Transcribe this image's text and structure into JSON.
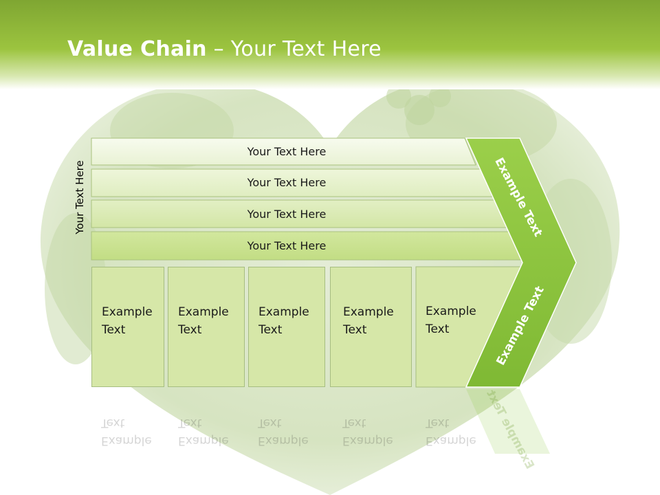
{
  "title": {
    "bold": "Value Chain",
    "rest": " – Your Text Here"
  },
  "side_label": "Your Text Here",
  "bars": [
    {
      "label": "Your Text Here"
    },
    {
      "label": "Your Text Here"
    },
    {
      "label": "Your Text Here"
    },
    {
      "label": "Your Text Here"
    }
  ],
  "columns": [
    {
      "line1": "Example",
      "line2": "Text"
    },
    {
      "line1": "Example",
      "line2": "Text"
    },
    {
      "line1": "Example",
      "line2": "Text"
    },
    {
      "line1": "Example",
      "line2": "Text"
    },
    {
      "line1": "Example",
      "line2": "Text"
    }
  ],
  "chevron": {
    "upper": "Example Text",
    "lower": "Example Text"
  },
  "colors": {
    "header": "#8fb83a",
    "chevron": "#8dc63f",
    "bar_light": "#eef5dc",
    "bar_dark": "#c9e18a",
    "column": "#d6e7a8"
  }
}
